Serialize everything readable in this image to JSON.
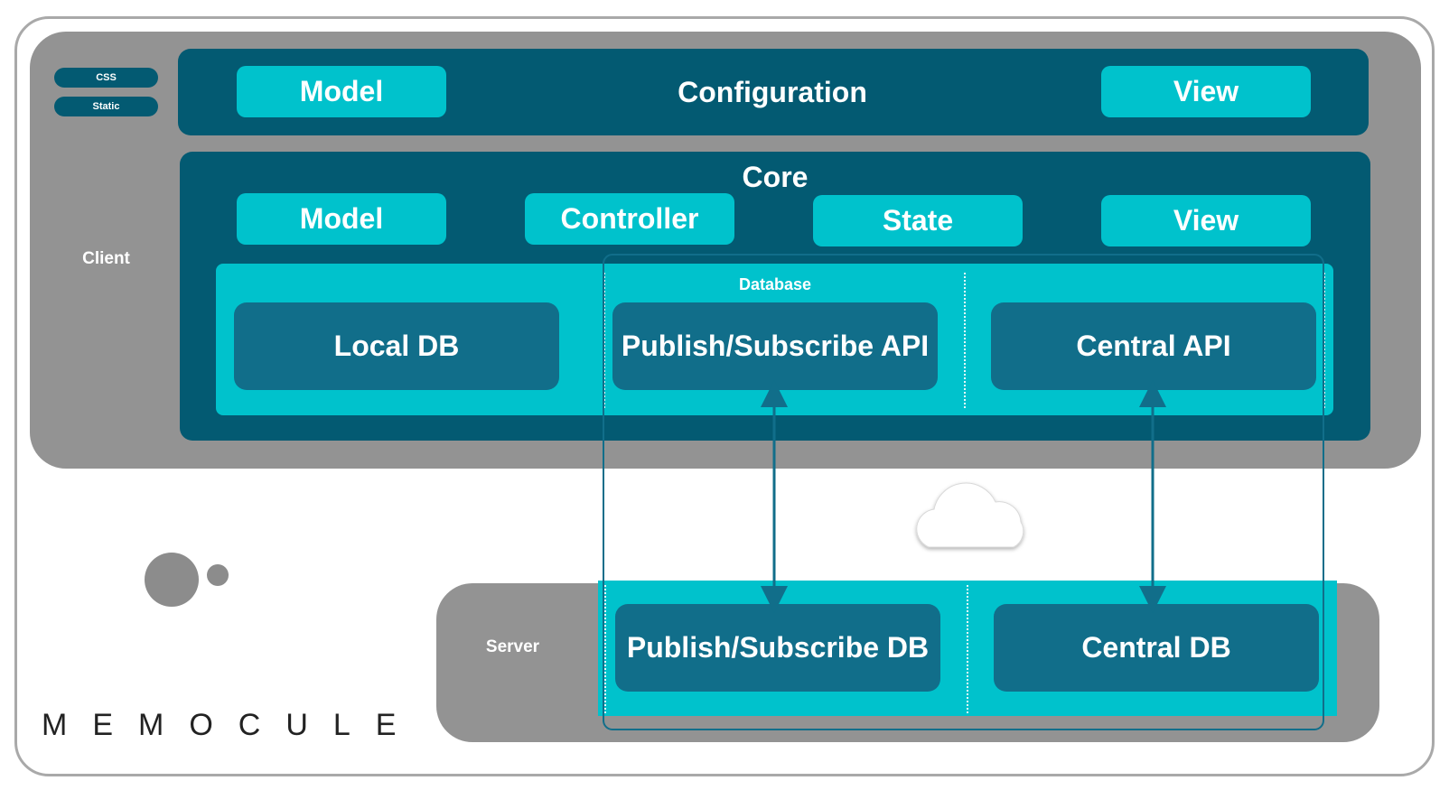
{
  "client": {
    "label": "Client",
    "chips": [
      "CSS",
      "Static"
    ],
    "configuration": {
      "title": "Configuration",
      "model": "Model",
      "view": "View"
    },
    "core": {
      "title": "Core",
      "model": "Model",
      "controller": "Controller",
      "state": "State",
      "view": "View"
    },
    "database": {
      "title": "Database",
      "local_db": "Local DB",
      "pubsub_api": "Publish/Subscribe API",
      "central_api": "Central API"
    }
  },
  "server": {
    "label": "Server",
    "pubsub_db": "Publish/Subscribe DB",
    "central_db": "Central DB"
  },
  "brand": {
    "name": "MEMOCULE"
  },
  "colors": {
    "dark": "#035a72",
    "mid": "#116e8a",
    "teal": "#00c2cc",
    "panel": "#939393"
  }
}
